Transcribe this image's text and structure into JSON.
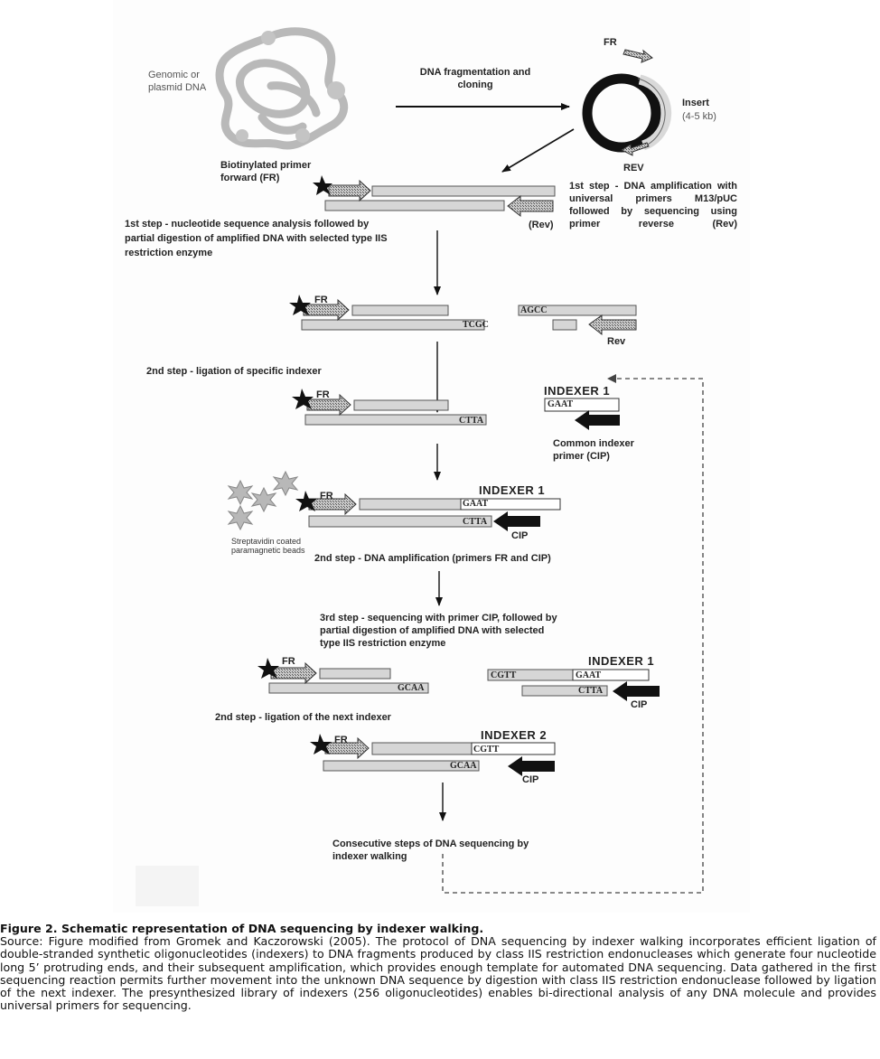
{
  "labels": {
    "genomic_dna": "Genomic or plasmid DNA",
    "fragmentation": "DNA fragmentation and cloning",
    "fr_top": "FR",
    "insert": "Insert",
    "insert_size": "(4-5 kb)",
    "rev_top": "REV",
    "biotinylated_primer": "Biotinylated primer forward (FR)",
    "rev_paren": "(Rev)",
    "step1_right": "1st step - DNA amplification with universal primers M13/pUC followed by sequencing using primer reverse (Rev)",
    "step1_left": "1st step - nucleotide sequence analysis followed by partial digestion of amplified DNA with selected type IIS restriction enzyme",
    "fr": "FR",
    "rev": "Rev",
    "step2_ligation": "2nd step - ligation of specific indexer",
    "indexer1": "INDEXER 1",
    "indexer2": "INDEXER 2",
    "common_indexer_primer": "Common indexer primer (CIP)",
    "cip": "CIP",
    "beads": "Streptavidin coated paramagnetic beads",
    "step2_amplification": "2nd step - DNA amplification (primers FR and CIP)",
    "step3": "3rd step - sequencing with primer CIP, followed by partial digestion of amplified DNA with selected type IIS restriction enzyme",
    "step2_next": "2nd step - ligation of the next indexer",
    "consecutive": "Consecutive steps of DNA sequencing by indexer walking"
  },
  "sequences": {
    "tcgc": "TCGC",
    "agcc": "AGCC",
    "gaat": "GAAT",
    "ctta": "CTTA",
    "cgtt": "CGTT",
    "gcaa": "GCAA"
  },
  "caption": {
    "title": "Figure 2. Schematic representation of DNA sequencing by indexer walking.",
    "body": "Source: Figure modified from Gromek and Kaczorowski (2005). The protocol of DNA sequencing by indexer walking incorporates efficient ligation of double-stranded synthetic oligonucleotides (indexers) to DNA fragments produced by class IIS restriction endonucleases which generate four nucleotide long 5’ protruding ends, and their subsequent amplification, which provides enough template for automated DNA sequencing. Data gathered in the first sequencing reaction permits further movement into the unknown DNA sequence by digestion with class IIS restriction endonuclease followed by ligation of the next indexer. The presynthesized library of indexers (256 oligonucleotides) enables bi-directional analysis of any DNA molecule and provides universal primers for sequencing."
  },
  "colors": {
    "strand_fill": "#d6d6d6",
    "strand_stroke": "#555555",
    "primer_fill": "#9a9a9a",
    "dark": "#111111",
    "bead_gray": "#b0b0b0"
  }
}
